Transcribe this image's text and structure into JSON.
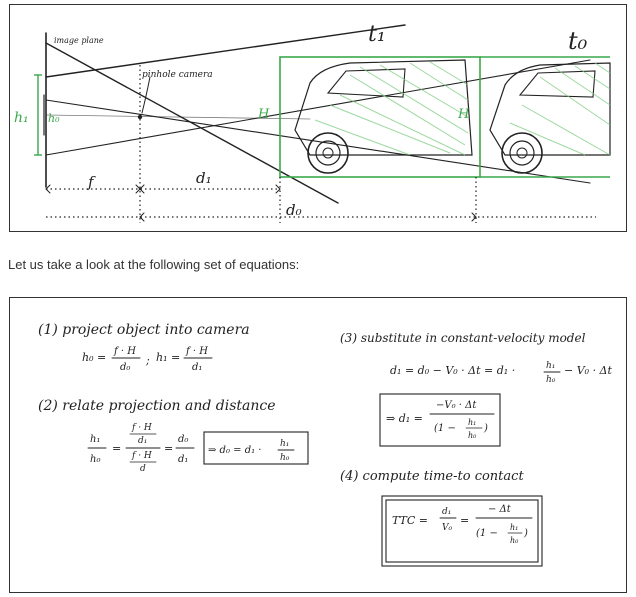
{
  "diagram": {
    "labels": {
      "image_plane": "image plane",
      "pinhole_camera": "pinhole camera",
      "t1": "t₁",
      "t0": "t₀",
      "h1": "h₁",
      "h0": "h₀",
      "H_near": "H",
      "H_far": "H",
      "f": "f",
      "d1": "d₁",
      "d0": "d₀"
    },
    "colors": {
      "ink": "#222222",
      "green": "#3aa84a"
    }
  },
  "intro": {
    "text": "Let us take a look at the following set of equations:"
  },
  "equations": {
    "s1": {
      "title": "(1)  project object into camera",
      "lhs1": "h₀ =",
      "num1": "f · H",
      "den1": "d₀",
      "sep": ";",
      "lhs2": "h₁ =",
      "num2": "f · H",
      "den2": "d₁"
    },
    "s2": {
      "title": "(2)  relate projection and distance",
      "h1": "h₁",
      "h0": "h₀",
      "eq": "=",
      "fh_top": "f · H",
      "d1": "d₁",
      "fh_bot": "f · H",
      "d": "d",
      "eq2": "=",
      "d0": "d₀",
      "d1b": "d₁",
      "box_lhs": "⇒ d₀ = d₁ ·",
      "box_h1": "h₁",
      "box_h0": "h₀"
    },
    "s3": {
      "title": "(3)  substitute in constant-velocity model",
      "line": "d₁ = d₀ − V₀ · Δt = d₁ ·",
      "h1": "h₁",
      "h0": "h₀",
      "tail": "− V₀ · Δt",
      "box_lhs": "⇒ d₁ =",
      "box_num": "−V₀ · Δt",
      "box_den_a": "(1 −",
      "box_h1": "h₁",
      "box_h0": "h₀",
      "box_den_b": ")"
    },
    "s4": {
      "title": "(4)  compute time-to contact",
      "ttc": "TTC =",
      "d1": "d₁",
      "v0": "V₀",
      "eq": "=",
      "num": "− Δt",
      "den_a": "(1 −",
      "h1": "h₁",
      "h0": "h₀",
      "den_b": ")"
    }
  }
}
